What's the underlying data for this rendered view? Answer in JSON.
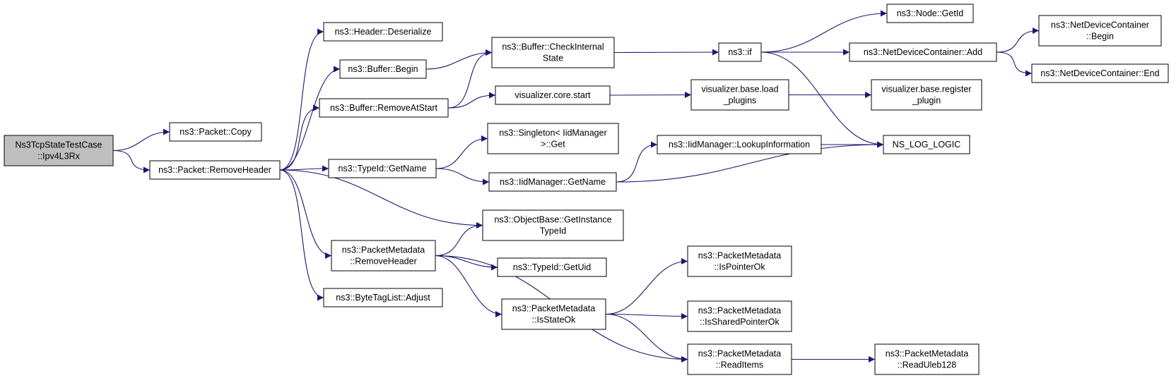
{
  "colors": {
    "edge": "#191970",
    "node_fill": "#ffffff",
    "root_fill": "#bfbfbf",
    "border": "#000000"
  },
  "nodes": [
    {
      "id": "root",
      "lines": [
        "Ns3TcpStateTestCase",
        "::Ipv4L3Rx"
      ],
      "root": true
    },
    {
      "id": "pcopy",
      "lines": [
        "ns3::Packet::Copy"
      ]
    },
    {
      "id": "premove",
      "lines": [
        "ns3::Packet::RemoveHeader"
      ]
    },
    {
      "id": "hdeser",
      "lines": [
        "ns3::Header::Deserialize"
      ]
    },
    {
      "id": "bbegin",
      "lines": [
        "ns3::Buffer::Begin"
      ]
    },
    {
      "id": "bremove",
      "lines": [
        "ns3::Buffer::RemoveAtStart"
      ]
    },
    {
      "id": "tgetname",
      "lines": [
        "ns3::TypeId::GetName"
      ]
    },
    {
      "id": "pmremove",
      "lines": [
        "ns3::PacketMetadata",
        "::RemoveHeader"
      ]
    },
    {
      "id": "btladj",
      "lines": [
        "ns3::ByteTagList::Adjust"
      ]
    },
    {
      "id": "bcheck",
      "lines": [
        "ns3::Buffer::CheckInternal",
        "State"
      ]
    },
    {
      "id": "vstart",
      "lines": [
        "visualizer.core.start"
      ]
    },
    {
      "id": "singleton",
      "lines": [
        "ns3::Singleton< IidManager",
        ">::Get"
      ]
    },
    {
      "id": "iidgetname",
      "lines": [
        "ns3::IidManager::GetName"
      ]
    },
    {
      "id": "objinst",
      "lines": [
        "ns3::ObjectBase::GetInstance",
        "TypeId"
      ]
    },
    {
      "id": "tgetuid",
      "lines": [
        "ns3::TypeId::GetUid"
      ]
    },
    {
      "id": "pmstate",
      "lines": [
        "ns3::PacketMetadata",
        "::IsStateOk"
      ]
    },
    {
      "id": "nsif",
      "lines": [
        "ns3::if"
      ]
    },
    {
      "id": "vload",
      "lines": [
        "visualizer.base.load",
        "_plugins"
      ]
    },
    {
      "id": "iidlookup",
      "lines": [
        "ns3::IidManager::LookupInformation"
      ]
    },
    {
      "id": "pmptr",
      "lines": [
        "ns3::PacketMetadata",
        "::IsPointerOk"
      ]
    },
    {
      "id": "pmshared",
      "lines": [
        "ns3::PacketMetadata",
        "::IsSharedPointerOk"
      ]
    },
    {
      "id": "pmread",
      "lines": [
        "ns3::PacketMetadata",
        "::ReadItems"
      ]
    },
    {
      "id": "nodeid",
      "lines": [
        "ns3::Node::GetId"
      ]
    },
    {
      "id": "ndcadd",
      "lines": [
        "ns3::NetDeviceContainer::Add"
      ]
    },
    {
      "id": "vreg",
      "lines": [
        "visualizer.base.register",
        "_plugin"
      ]
    },
    {
      "id": "nslog",
      "lines": [
        "NS_LOG_LOGIC"
      ]
    },
    {
      "id": "pmuleb",
      "lines": [
        "ns3::PacketMetadata",
        "::ReadUleb128"
      ]
    },
    {
      "id": "ndcbegin",
      "lines": [
        "ns3::NetDeviceContainer",
        "::Begin"
      ]
    },
    {
      "id": "ndcend",
      "lines": [
        "ns3::NetDeviceContainer::End"
      ]
    }
  ],
  "edges": [
    [
      "root",
      "pcopy"
    ],
    [
      "root",
      "premove"
    ],
    [
      "premove",
      "hdeser"
    ],
    [
      "premove",
      "bbegin"
    ],
    [
      "premove",
      "bremove"
    ],
    [
      "premove",
      "tgetname"
    ],
    [
      "premove",
      "objinst"
    ],
    [
      "premove",
      "pmremove"
    ],
    [
      "premove",
      "btladj"
    ],
    [
      "bbegin",
      "bcheck"
    ],
    [
      "bremove",
      "bcheck"
    ],
    [
      "bremove",
      "vstart"
    ],
    [
      "bcheck",
      "nsif"
    ],
    [
      "vstart",
      "vload"
    ],
    [
      "vload",
      "vreg"
    ],
    [
      "tgetname",
      "singleton"
    ],
    [
      "tgetname",
      "iidgetname"
    ],
    [
      "iidgetname",
      "iidlookup"
    ],
    [
      "iidgetname",
      "nslog"
    ],
    [
      "iidlookup",
      "nslog"
    ],
    [
      "nsif",
      "nodeid"
    ],
    [
      "nsif",
      "ndcadd"
    ],
    [
      "nsif",
      "nslog"
    ],
    [
      "ndcadd",
      "ndcbegin"
    ],
    [
      "ndcadd",
      "ndcend"
    ],
    [
      "pmremove",
      "objinst"
    ],
    [
      "pmremove",
      "tgetuid"
    ],
    [
      "pmremove",
      "pmstate"
    ],
    [
      "pmremove",
      "pmread"
    ],
    [
      "pmstate",
      "pmptr"
    ],
    [
      "pmstate",
      "pmshared"
    ],
    [
      "pmstate",
      "pmread"
    ],
    [
      "pmread",
      "pmuleb"
    ]
  ]
}
